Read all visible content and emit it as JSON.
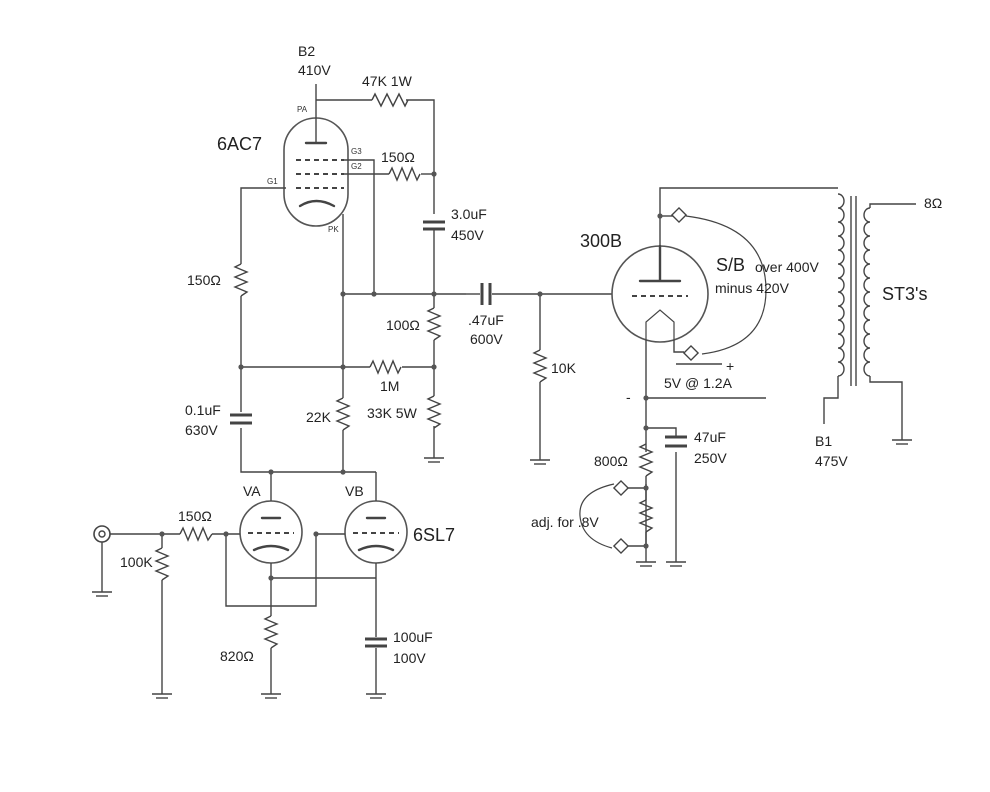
{
  "supplies": {
    "b2_name": "B2",
    "b2_voltage": "410V",
    "b1_name": "B1",
    "b1_voltage": "475V",
    "filament": "5V @ 1.2A",
    "fil_plus": "+",
    "fil_minus": "-"
  },
  "tubes": {
    "driver": "6AC7",
    "dual_triode": "6SL7",
    "section_a": "VA",
    "section_b": "VB",
    "output": "300B",
    "pins": {
      "plate": "PA",
      "g3": "G3",
      "g2": "G2",
      "g1": "G1",
      "cathode": "PK"
    }
  },
  "components": {
    "r_47k": "47K 1W",
    "r_150_g2": "150Ω",
    "r_150_g1": "150Ω",
    "c_3uf": "3.0uF",
    "c_3uf_v": "450V",
    "r_100": "100Ω",
    "c_47n": ".47uF",
    "c_47n_v": "600V",
    "r_1m": "1M",
    "c_01": "0.1uF",
    "c_01_v": "630V",
    "r_22k": "22K",
    "r_33k": "33K 5W",
    "r_10k": "10K",
    "r_150_in": "150Ω",
    "r_100k": "100K",
    "r_820": "820Ω",
    "c_100": "100uF",
    "c_100_v": "100V",
    "r_800": "800Ω",
    "c_47u": "47uF",
    "c_47u_v": "250V"
  },
  "annotations": {
    "sb": "S/B",
    "sb_over": "over 400V",
    "sb_minus": "minus 420V",
    "adj": "adj. for .8V",
    "transformer": "ST3's",
    "speaker": "8Ω"
  }
}
